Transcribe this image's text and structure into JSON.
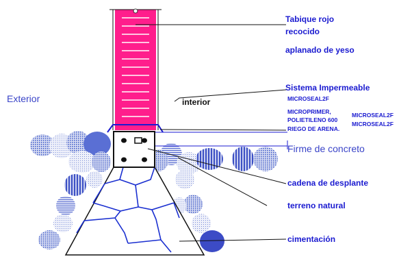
{
  "colors": {
    "label_blue": "#1a1ad0",
    "label_plain_blue": "#3a44c8",
    "wall_fill": "#ff1e8c",
    "soil_blue": "#3c5ac8",
    "line_dark": "#000000"
  },
  "labels": {
    "wall_material_line1": "Tabique rojo",
    "wall_material_line2": "recocido",
    "plaster": "aplanado de yeso",
    "waterproof_system": "Sistema Impermeable",
    "microseal_top": "MICROSEAL2F",
    "microprimer": "MICROPRIMER,",
    "polyethylene": "POLIETILENO 600",
    "sand_layer": "RIEGO DE ARENA.",
    "microseal_right_1": "MICROSEAL2F",
    "microseal_right_2": "MICROSEAL2F",
    "exterior": "Exterior",
    "interior": "interior",
    "slab": "Firme de concreto",
    "chain_beam": "cadena de desplante",
    "natural_ground": "terreno natural",
    "foundation": "cimentación"
  }
}
